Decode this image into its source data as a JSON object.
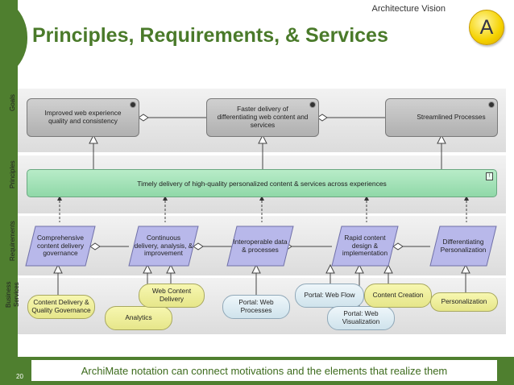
{
  "header": {
    "title": "Principles, Requirements, & Services",
    "subtitle": "Architecture Vision",
    "phase_badge": "A"
  },
  "bands": {
    "goals": "Goals",
    "principles": "Principles",
    "requirements": "Requirements",
    "business_services": "Business Services"
  },
  "goals": [
    "Improved web experience quality and consistency",
    "Faster delivery of differentiating web content and services",
    "Streamlined Processes"
  ],
  "principle": {
    "label": "Timely delivery of high-quality personalized content & services across experiences"
  },
  "requirements": [
    "Comprehensive content delivery governance",
    "Continuous delivery, analysis, & improvement",
    "Interoperable data & processes",
    "Rapid content design & implementation",
    "Differentiating Personalization"
  ],
  "services": [
    "Content Delivery & Quality Governance",
    "Analytics",
    "Web Content Delivery",
    "Portal: Web Processes",
    "Portal: Web Flow",
    "Portal: Web Visualization",
    "Content  Creation",
    "Personalization"
  ],
  "footer": {
    "page_number": "20",
    "caption": "ArchiMate notation can connect motivations and the elements that realize them"
  },
  "colors": {
    "brand_green": "#4f7f2f",
    "goal_gray": "#b8b8b8",
    "principle_green": "#a8e4bc",
    "requirement_purple": "#b8b8ea",
    "service_yellow": "#efef9e",
    "service_blue": "#dceaf2"
  }
}
